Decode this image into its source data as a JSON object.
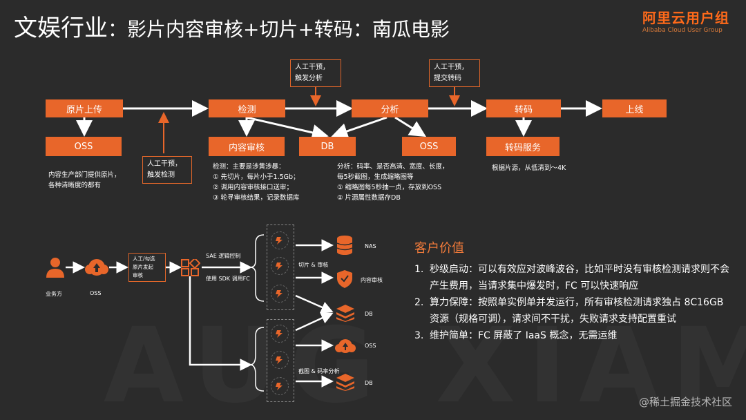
{
  "title": {
    "main": "文娱行业",
    "sub": "：影片内容审核+切片+转码：南瓜电影"
  },
  "logo": {
    "main": "阿里云用户组",
    "sub": "Alibaba Cloud User Group"
  },
  "flow": {
    "boxes": {
      "upload": "原片上传",
      "detect": "检测",
      "analyze": "分析",
      "transcode": "转码",
      "online": "上线",
      "oss1": "OSS",
      "content_review": "内容审核",
      "db": "DB",
      "oss2": "OSS",
      "transcode_service": "转码服务"
    },
    "notes": {
      "manual_detect": [
        "人工干预，",
        "触发检测"
      ],
      "manual_analyze": [
        "人工干预，",
        "触发分析"
      ],
      "manual_transcode": [
        "人工干预，",
        "提交转码"
      ]
    },
    "texts": {
      "upload_desc": [
        "内容生产部门提供原片，",
        "各种清晰度的都有"
      ],
      "detect_desc": [
        "检测：主要是涉黄涉暴：",
        "① 先切片，每片小于1.5Gb；",
        "② 调用内容审核接口送审；",
        "③ 轮寻审核结果，记录数据库"
      ],
      "analyze_desc": [
        "分析：码率、是否高清、宽度、长度，",
        "每5秒截图，生成缩略图等",
        "① 缩略图每5秒抽一贞，存放到OSS",
        "② 片源属性数据存DB"
      ],
      "transcode_desc": "根据片源，从低清到～4K"
    }
  },
  "arch": {
    "user_label": "业务方",
    "oss_label": "OSS",
    "manual_box": [
      "人工/勾选",
      "原片发起",
      "审核"
    ],
    "sae_label": "SAE 逻辑控制",
    "sdk_label": "使用 SDK 调用FC",
    "slice_review_label": "切片 & 审核",
    "screenshot_label": "截图 & 码率分析",
    "services": [
      "NAS",
      "内容审核",
      "DB",
      "OSS",
      "DB"
    ]
  },
  "customer_value": {
    "title": "客户价值",
    "items": [
      {
        "num": "1.",
        "text": "秒级启动：可以有效应对波峰波谷，比如平时没有审核检测请求则不会产生费用，当请求集中爆发时，FC 可以快速响应"
      },
      {
        "num": "2.",
        "text": "算力保障：按照单实例单并发运行，所有审核检测请求独占 8C16GB 资源（规格可调），请求间不干扰，失败请求支持配置重试"
      },
      {
        "num": "3.",
        "text": "维护简单：FC 屏蔽了 IaaS 概念，无需运维"
      }
    ]
  },
  "watermark": "@稀土掘金技术社区",
  "bg_text": "AUG XIAMEN",
  "colors": {
    "accent": "#e8662a",
    "background": "#2b2b2b",
    "title_orange": "#f07a3a"
  }
}
